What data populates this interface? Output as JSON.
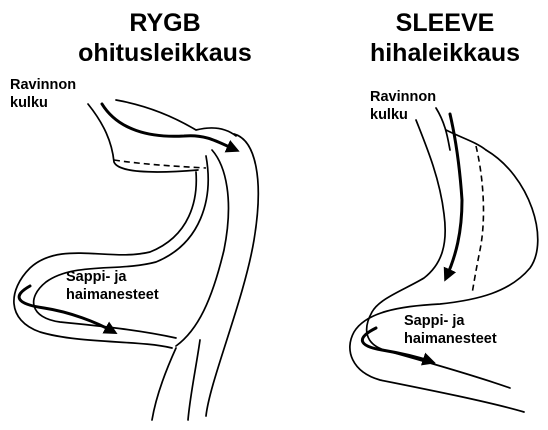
{
  "rygb": {
    "title_line1": "RYGB",
    "title_line2": "ohitusleikkaus",
    "food_label_line1": "Ravinnon",
    "food_label_line2": "kulku",
    "bile_label_line1": "Sappi- ja",
    "bile_label_line2": "haimanesteet"
  },
  "sleeve": {
    "title_line1": "SLEEVE",
    "title_line2": "hihaleikkaus",
    "food_label_line1": "Ravinnon",
    "food_label_line2": "kulku",
    "bile_label_line1": "Sappi- ja",
    "bile_label_line2": "haimanesteet"
  }
}
